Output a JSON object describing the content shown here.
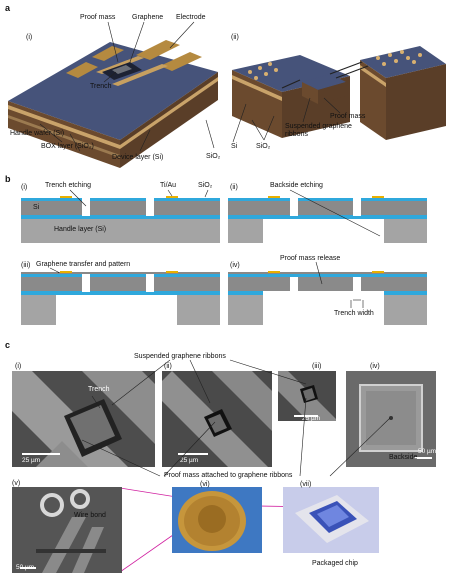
{
  "panel_a": {
    "letter": "a",
    "sub_i": "(i)",
    "sub_ii": "(ii)",
    "labels": {
      "proof_mass": "Proof mass",
      "graphene": "Graphene",
      "electrode": "Electrode",
      "trench": "Trench",
      "handle_wafer": "Handle wafer (Si)",
      "box_layer": "BOX layer (SiO₂)",
      "device_layer": "Device layer (Si)",
      "sio2": "SiO₂",
      "proof_mass_ii": "Proof mass",
      "suspended_ribbons": "Suspended graphene\nribbons",
      "si": "Si",
      "sio2_ii": "SiO₂"
    }
  },
  "panel_b": {
    "letter": "b",
    "sub_i": "(i)",
    "sub_ii": "(ii)",
    "sub_iii": "(iii)",
    "sub_iv": "(iv)",
    "labels": {
      "trench_etching": "Trench etching",
      "tiau": "Ti/Au",
      "sio2": "SiO₂",
      "si": "Si",
      "handle_layer": "Handle layer (Si)",
      "backside_etching": "Backside etching",
      "graphene_transfer": "Graphene transfer and pattern",
      "proof_mass_release": "Proof mass release",
      "trench_width": "Trench width"
    }
  },
  "panel_c": {
    "letter": "c",
    "sub_i": "(i)",
    "sub_ii": "(ii)",
    "sub_iii": "(iii)",
    "sub_iv": "(iv)",
    "sub_v": "(v)",
    "sub_vi": "(vi)",
    "sub_vii": "(vii)",
    "labels": {
      "suspended_ribbons": "Suspended graphene ribbons",
      "trench": "Trench",
      "proof_mass_attached": "Proof mass attached to graphene ribbons",
      "backside": "Backside",
      "wire_bond": "Wire bond",
      "packaged_chip": "Packaged chip"
    },
    "scales": {
      "i": "25 µm",
      "ii": "25 µm",
      "iii": "25 µm",
      "iv": "50 µm",
      "v": "50 µm"
    }
  },
  "colors": {
    "silicon": "#8a8a8a",
    "sio2": "#2fa8dc",
    "gold": "#e8b000",
    "sem_bg": "#5a5a5a",
    "magenta": "#d020a0"
  }
}
